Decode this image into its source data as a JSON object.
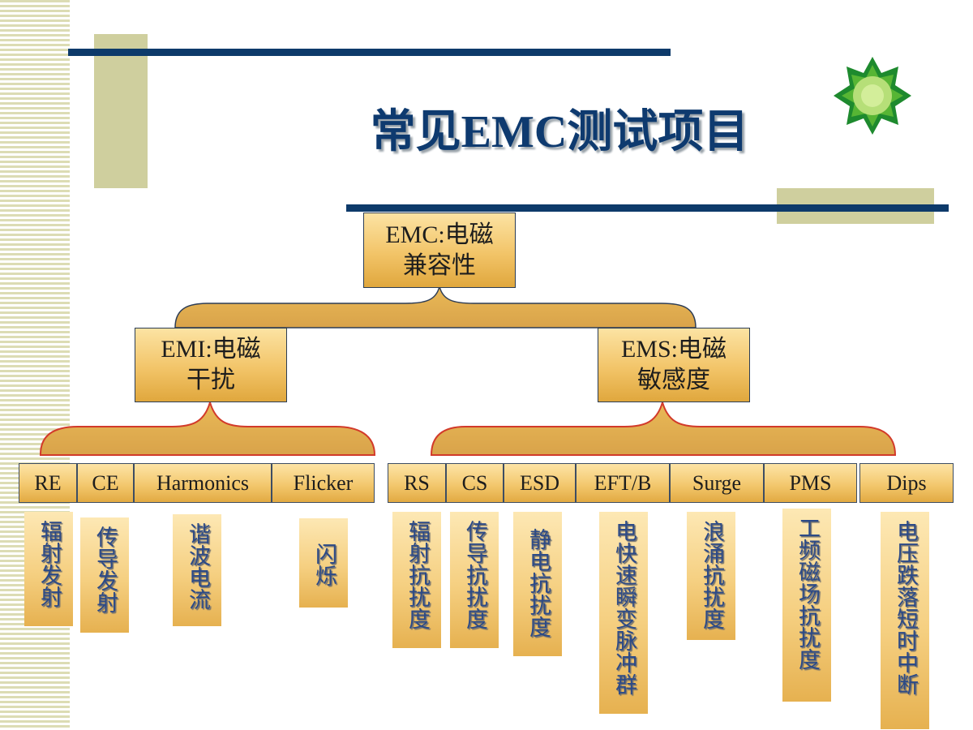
{
  "title": "常见EMC测试项目",
  "colors": {
    "navy": "#0d3a6a",
    "olive": "#cfcf9e",
    "box_gold": "#f2c468",
    "desc_text": "#2c4a87",
    "brace_red": "#d23a2a"
  },
  "logo_icon": "green-star-flower-icon",
  "root": {
    "line1": "EMC:电磁",
    "line2": "兼容性"
  },
  "emi": {
    "line1": "EMI:电磁",
    "line2": "干扰"
  },
  "ems": {
    "line1": "EMS:电磁",
    "line2": "敏感度"
  },
  "emi_items": [
    {
      "code": "RE",
      "desc": "辐射发射"
    },
    {
      "code": "CE",
      "desc": "传导发射"
    },
    {
      "code": "Harmonics",
      "desc": "谐波电流"
    },
    {
      "code": "Flicker",
      "desc": "闪烁"
    }
  ],
  "ems_items": [
    {
      "code": "RS",
      "desc": "辐射抗扰度"
    },
    {
      "code": "CS",
      "desc": "传导抗扰度"
    },
    {
      "code": "ESD",
      "desc": "静电抗扰度"
    },
    {
      "code": "EFT/B",
      "desc": "电快速瞬变脉冲群"
    },
    {
      "code": "Surge",
      "desc": "浪涌抗扰度"
    },
    {
      "code": "PMS",
      "desc": "工频磁场抗扰度"
    },
    {
      "code": "Dips",
      "desc": "电压跌落短时中断"
    }
  ]
}
